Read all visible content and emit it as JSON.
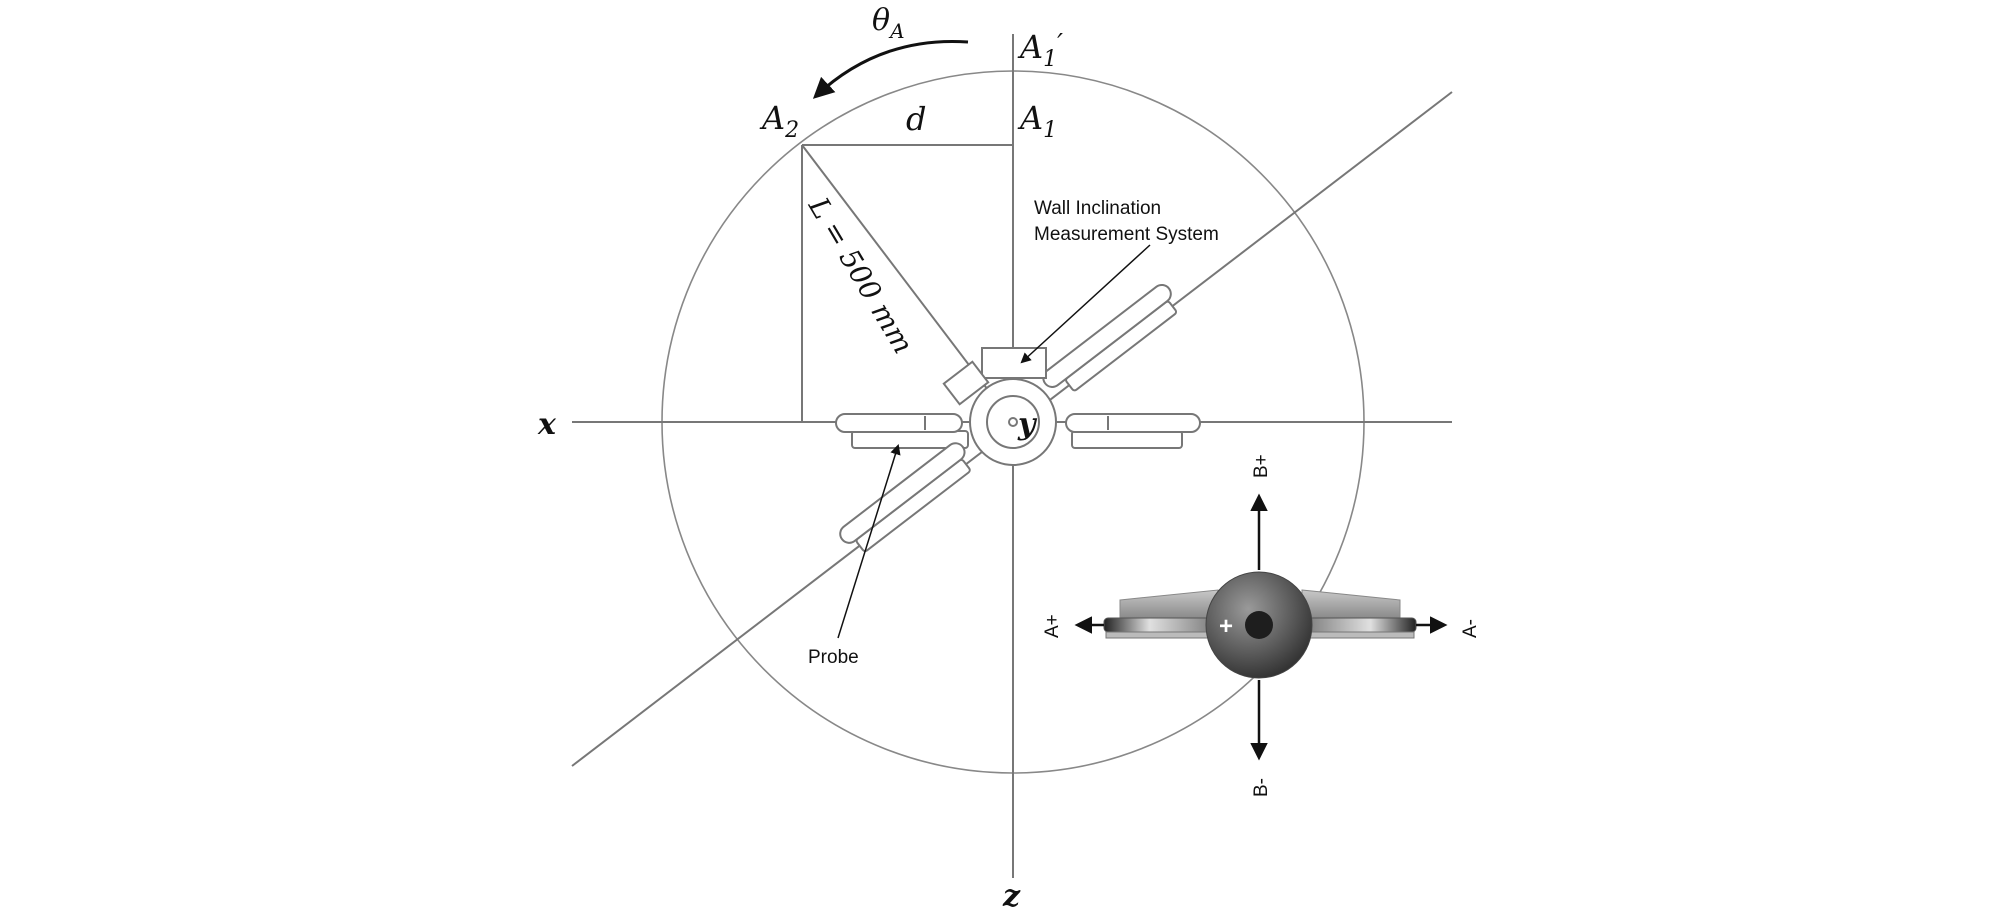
{
  "labels": {
    "theta": "θ",
    "theta_sub": "A",
    "a1_prime": "A",
    "a1_prime_sub": "1",
    "a1_prime_mark": "′",
    "a1": "A",
    "a1_sub": "1",
    "a2": "A",
    "a2_sub": "2",
    "d": "d",
    "length": "L = 500 mm",
    "x_axis": "x",
    "y_axis": "y",
    "z_axis": "z",
    "wall_line1": "Wall Inclination",
    "wall_line2": "Measurement System",
    "probe": "Probe"
  },
  "inset": {
    "b_plus": "B+",
    "b_minus": "B-",
    "a_plus": "A+",
    "a_minus": "A-",
    "plus_mark": "+"
  }
}
